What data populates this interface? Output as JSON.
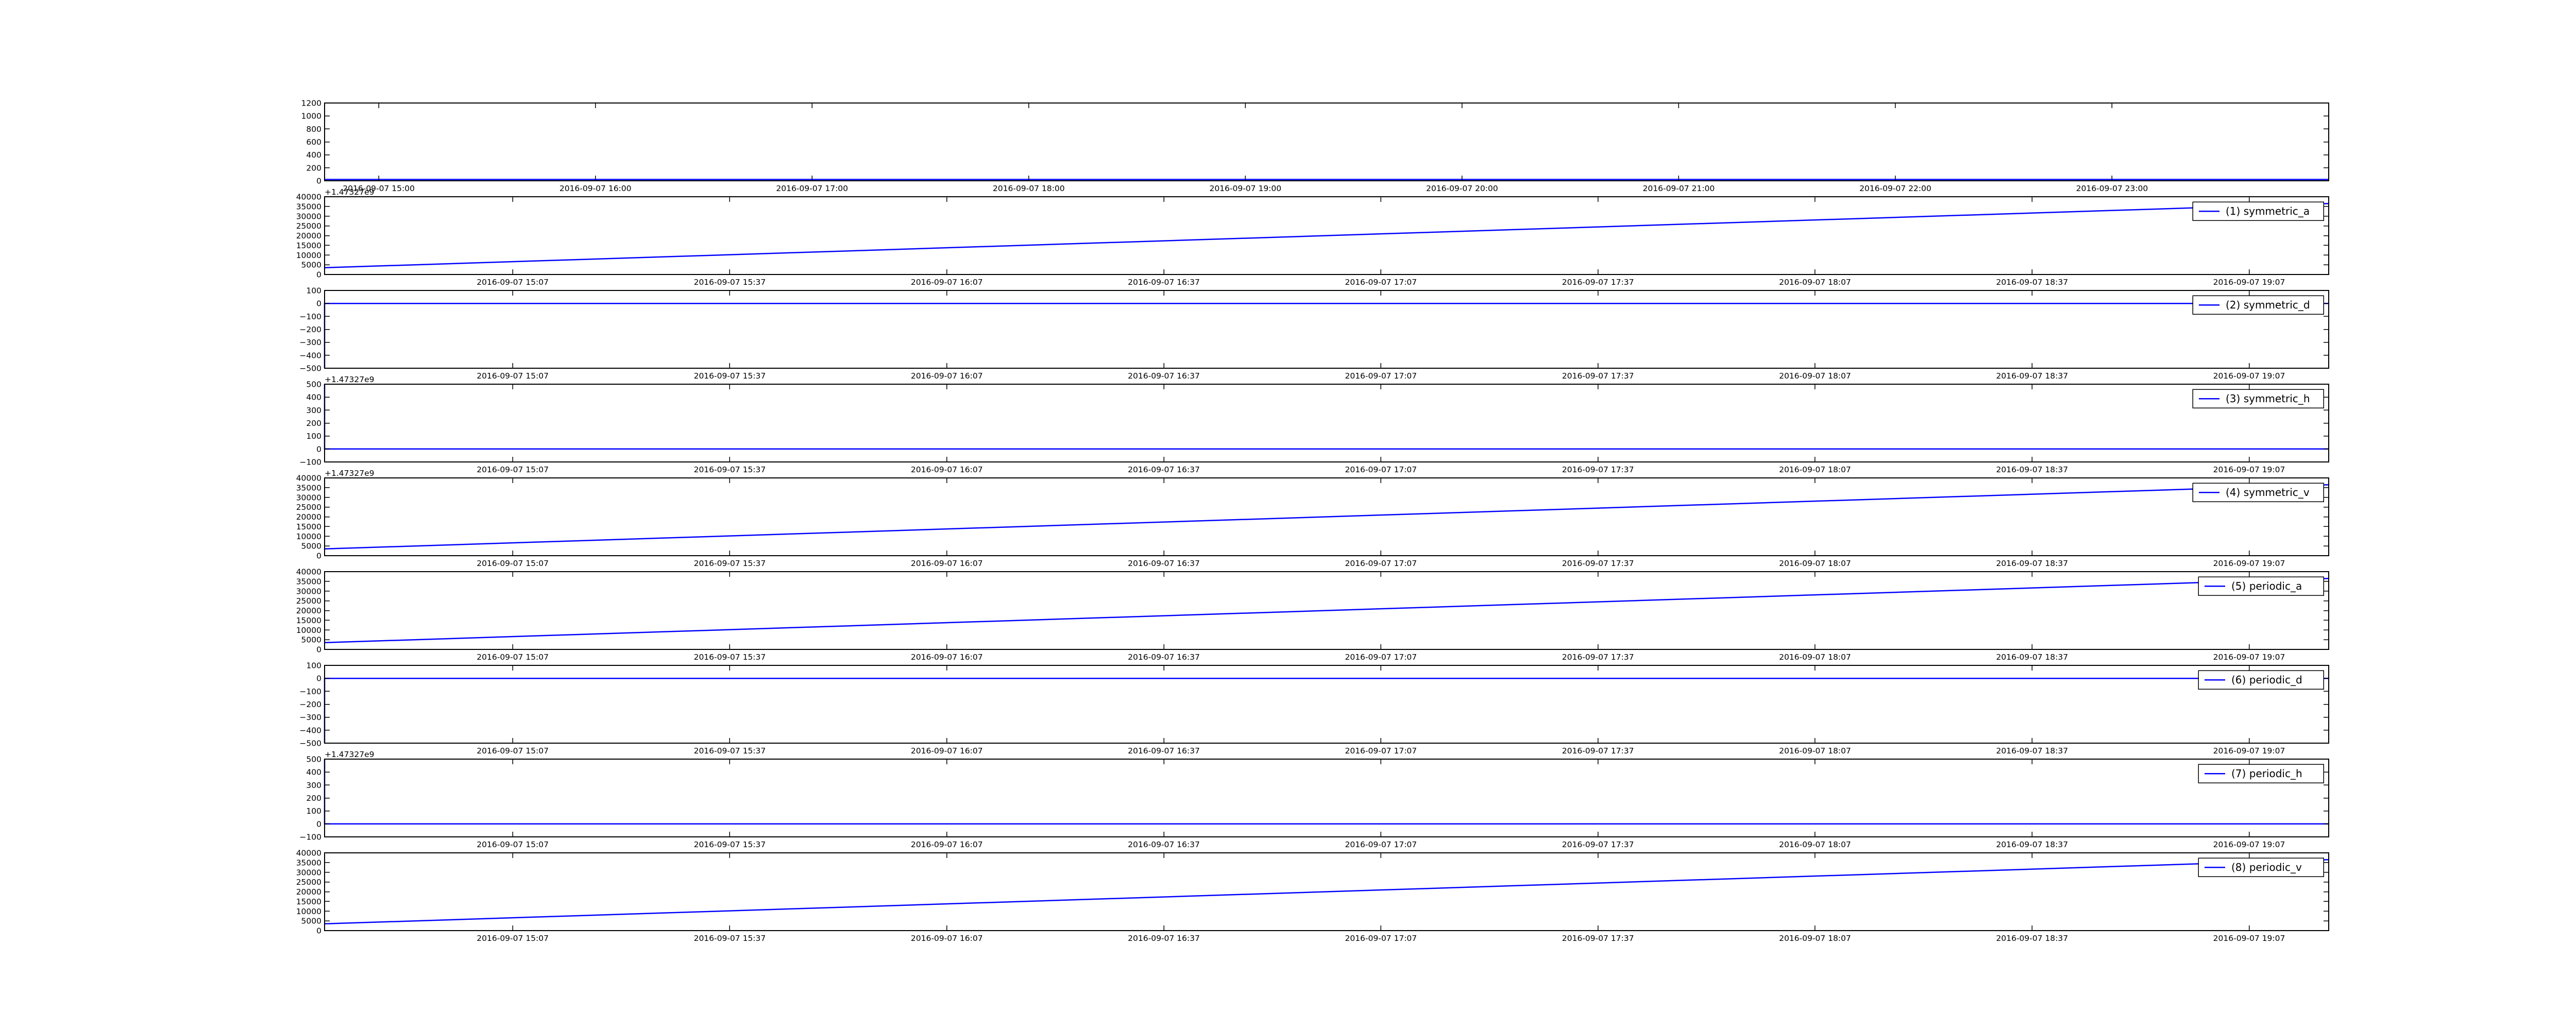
{
  "figure": {
    "line_color": "#0000ff",
    "axis_color": "#000000"
  },
  "chart_data": [
    {
      "type": "line",
      "ylim": [
        0,
        1200
      ],
      "y_ticks": [
        0,
        200,
        400,
        600,
        800,
        1000,
        1200
      ],
      "y_tick_labels": [
        "0",
        "200",
        "400",
        "600",
        "800",
        "1000",
        "1200"
      ],
      "x_tick_labels": [
        "2016-09-07 15:00",
        "2016-09-07 16:00",
        "2016-09-07 17:00",
        "2016-09-07 18:00",
        "2016-09-07 19:00",
        "2016-09-07 20:00",
        "2016-09-07 21:00",
        "2016-09-07 22:00",
        "2016-09-07 23:00"
      ],
      "xlim": [
        "2016-09-07 14:45",
        "2016-09-07 24:00"
      ],
      "offset_label": "",
      "legend": null,
      "series": [
        {
          "x": [
            "2016-09-07 14:45",
            "2016-09-07 24:00"
          ],
          "y": [
            20,
            20
          ]
        }
      ]
    },
    {
      "type": "line",
      "ylim": [
        0,
        40000
      ],
      "y_ticks": [
        0,
        5000,
        10000,
        15000,
        20000,
        25000,
        30000,
        35000,
        40000
      ],
      "y_tick_labels": [
        "0",
        "5000",
        "10000",
        "15000",
        "20000",
        "25000",
        "30000",
        "35000",
        "40000"
      ],
      "x_tick_labels": [
        "2016-09-07 15:07",
        "2016-09-07 15:37",
        "2016-09-07 16:07",
        "2016-09-07 16:37",
        "2016-09-07 17:07",
        "2016-09-07 17:37",
        "2016-09-07 18:07",
        "2016-09-07 18:37",
        "2016-09-07 19:07"
      ],
      "xlim": [
        "2016-09-07 14:41",
        "2016-09-07 19:18"
      ],
      "offset_label": "+1.47327e9",
      "legend": "top-right",
      "series": [
        {
          "name": "(1) symmetric_a",
          "x": [
            "2016-09-07 14:41",
            "2016-09-07 19:18"
          ],
          "y": [
            3500,
            36500
          ]
        }
      ]
    },
    {
      "type": "line",
      "ylim": [
        -500,
        100
      ],
      "y_ticks": [
        -500,
        -400,
        -300,
        -200,
        -100,
        0,
        100
      ],
      "y_tick_labels": [
        "−500",
        "−400",
        "−300",
        "−200",
        "−100",
        "0",
        "100"
      ],
      "x_tick_labels": [
        "2016-09-07 15:07",
        "2016-09-07 15:37",
        "2016-09-07 16:07",
        "2016-09-07 16:37",
        "2016-09-07 17:07",
        "2016-09-07 17:37",
        "2016-09-07 18:07",
        "2016-09-07 18:37",
        "2016-09-07 19:07"
      ],
      "xlim": [
        "2016-09-07 14:41",
        "2016-09-07 19:18"
      ],
      "offset_label": "",
      "legend": "top-right",
      "series": [
        {
          "name": "(2) symmetric_d",
          "x": [
            "2016-09-07 14:41",
            "2016-09-07 14:41",
            "2016-09-07 19:18"
          ],
          "y": [
            -500,
            0,
            0
          ]
        }
      ]
    },
    {
      "type": "line",
      "ylim": [
        -100,
        500
      ],
      "y_ticks": [
        -100,
        0,
        100,
        200,
        300,
        400,
        500
      ],
      "y_tick_labels": [
        "−100",
        "0",
        "100",
        "200",
        "300",
        "400",
        "500"
      ],
      "x_tick_labels": [
        "2016-09-07 15:07",
        "2016-09-07 15:37",
        "2016-09-07 16:07",
        "2016-09-07 16:37",
        "2016-09-07 17:07",
        "2016-09-07 17:37",
        "2016-09-07 18:07",
        "2016-09-07 18:37",
        "2016-09-07 19:07"
      ],
      "xlim": [
        "2016-09-07 14:41",
        "2016-09-07 19:18"
      ],
      "offset_label": "+1.47327e9",
      "legend": "top-right",
      "series": [
        {
          "name": "(3) symmetric_h",
          "x": [
            "2016-09-07 14:41",
            "2016-09-07 14:41",
            "2016-09-07 19:18"
          ],
          "y": [
            500,
            0,
            0
          ]
        }
      ]
    },
    {
      "type": "line",
      "ylim": [
        0,
        40000
      ],
      "y_ticks": [
        0,
        5000,
        10000,
        15000,
        20000,
        25000,
        30000,
        35000,
        40000
      ],
      "y_tick_labels": [
        "0",
        "5000",
        "10000",
        "15000",
        "20000",
        "25000",
        "30000",
        "35000",
        "40000"
      ],
      "x_tick_labels": [
        "2016-09-07 15:07",
        "2016-09-07 15:37",
        "2016-09-07 16:07",
        "2016-09-07 16:37",
        "2016-09-07 17:07",
        "2016-09-07 17:37",
        "2016-09-07 18:07",
        "2016-09-07 18:37",
        "2016-09-07 19:07"
      ],
      "xlim": [
        "2016-09-07 14:41",
        "2016-09-07 19:18"
      ],
      "offset_label": "+1.47327e9",
      "legend": "top-right",
      "series": [
        {
          "name": "(4) symmetric_v",
          "x": [
            "2016-09-07 14:41",
            "2016-09-07 19:18"
          ],
          "y": [
            3500,
            36500
          ]
        }
      ]
    },
    {
      "type": "line",
      "ylim": [
        0,
        40000
      ],
      "y_ticks": [
        0,
        5000,
        10000,
        15000,
        20000,
        25000,
        30000,
        35000,
        40000
      ],
      "y_tick_labels": [
        "0",
        "5000",
        "10000",
        "15000",
        "20000",
        "25000",
        "30000",
        "35000",
        "40000"
      ],
      "x_tick_labels": [
        "2016-09-07 15:07",
        "2016-09-07 15:37",
        "2016-09-07 16:07",
        "2016-09-07 16:37",
        "2016-09-07 17:07",
        "2016-09-07 17:37",
        "2016-09-07 18:07",
        "2016-09-07 18:37",
        "2016-09-07 19:07"
      ],
      "xlim": [
        "2016-09-07 14:41",
        "2016-09-07 19:18"
      ],
      "offset_label": "",
      "legend": "top-right",
      "series": [
        {
          "name": "(5) periodic_a",
          "x": [
            "2016-09-07 14:41",
            "2016-09-07 19:18"
          ],
          "y": [
            3500,
            36500
          ]
        }
      ]
    },
    {
      "type": "line",
      "ylim": [
        -500,
        100
      ],
      "y_ticks": [
        -500,
        -400,
        -300,
        -200,
        -100,
        0,
        100
      ],
      "y_tick_labels": [
        "−500",
        "−400",
        "−300",
        "−200",
        "−100",
        "0",
        "100"
      ],
      "x_tick_labels": [
        "2016-09-07 15:07",
        "2016-09-07 15:37",
        "2016-09-07 16:07",
        "2016-09-07 16:37",
        "2016-09-07 17:07",
        "2016-09-07 17:37",
        "2016-09-07 18:07",
        "2016-09-07 18:37",
        "2016-09-07 19:07"
      ],
      "xlim": [
        "2016-09-07 14:41",
        "2016-09-07 19:18"
      ],
      "offset_label": "",
      "legend": "top-right",
      "series": [
        {
          "name": "(6) periodic_d",
          "x": [
            "2016-09-07 14:41",
            "2016-09-07 14:41",
            "2016-09-07 19:18"
          ],
          "y": [
            -500,
            0,
            0
          ]
        }
      ]
    },
    {
      "type": "line",
      "ylim": [
        -100,
        500
      ],
      "y_ticks": [
        -100,
        0,
        100,
        200,
        300,
        400,
        500
      ],
      "y_tick_labels": [
        "−100",
        "0",
        "100",
        "200",
        "300",
        "400",
        "500"
      ],
      "x_tick_labels": [
        "2016-09-07 15:07",
        "2016-09-07 15:37",
        "2016-09-07 16:07",
        "2016-09-07 16:37",
        "2016-09-07 17:07",
        "2016-09-07 17:37",
        "2016-09-07 18:07",
        "2016-09-07 18:37",
        "2016-09-07 19:07"
      ],
      "xlim": [
        "2016-09-07 14:41",
        "2016-09-07 19:18"
      ],
      "offset_label": "+1.47327e9",
      "legend": "top-right",
      "series": [
        {
          "name": "(7) periodic_h",
          "x": [
            "2016-09-07 14:41",
            "2016-09-07 14:41",
            "2016-09-07 19:18"
          ],
          "y": [
            500,
            0,
            0
          ]
        }
      ]
    },
    {
      "type": "line",
      "ylim": [
        0,
        40000
      ],
      "y_ticks": [
        0,
        5000,
        10000,
        15000,
        20000,
        25000,
        30000,
        35000,
        40000
      ],
      "y_tick_labels": [
        "0",
        "5000",
        "10000",
        "15000",
        "20000",
        "25000",
        "30000",
        "35000",
        "40000"
      ],
      "x_tick_labels": [
        "2016-09-07 15:07",
        "2016-09-07 15:37",
        "2016-09-07 16:07",
        "2016-09-07 16:37",
        "2016-09-07 17:07",
        "2016-09-07 17:37",
        "2016-09-07 18:07",
        "2016-09-07 18:37",
        "2016-09-07 19:07"
      ],
      "xlim": [
        "2016-09-07 14:41",
        "2016-09-07 19:18"
      ],
      "offset_label": "",
      "legend": "top-right",
      "series": [
        {
          "name": "(8) periodic_v",
          "x": [
            "2016-09-07 14:41",
            "2016-09-07 19:18"
          ],
          "y": [
            3500,
            36500
          ]
        }
      ]
    }
  ]
}
